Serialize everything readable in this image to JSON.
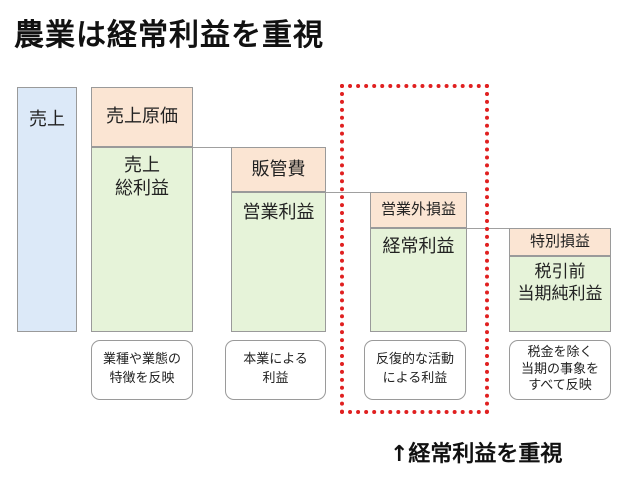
{
  "title": "農業は経常利益を重視",
  "boxes": {
    "uriage": "売上",
    "uriage_genka": "売上原価",
    "uriage_sorieki": "売上\n総利益",
    "hankanhi": "販管費",
    "eigyo_rieki": "営業利益",
    "eigyogai_soneki": "営業外損益",
    "keijo_rieki": "経常利益",
    "tokubetsu_soneki": "特別損益",
    "zeibikimae_rieki": "税引前\n当期純利益"
  },
  "descriptions": {
    "d1": "業種や業態の\n特徴を反映",
    "d2": "本業による\n利益",
    "d3": "反復的な活動\nによる利益",
    "d4": "税金を除く\n当期の事象を\nすべて反映"
  },
  "bottom_note": "↑経常利益を重視",
  "colors": {
    "blue": "#dce9f8",
    "peach": "#fbe5d3",
    "green": "#e6f3d9",
    "highlight": "#e02020"
  }
}
